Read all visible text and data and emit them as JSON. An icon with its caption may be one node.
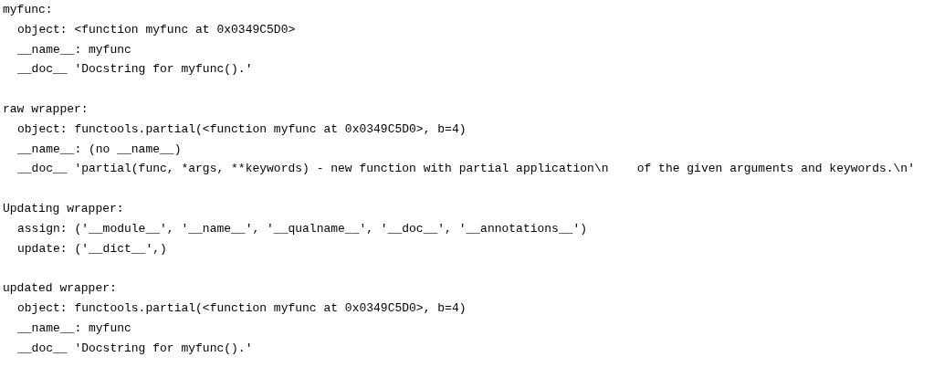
{
  "diagram": {
    "labels": [
      "myfunc:",
      "object: <function myfunc at 0x0349C5D0>",
      "__name__: myfunc",
      "__doc__ 'Docstring for myfunc().'",
      "raw wrapper:",
      "object: functools.partial(<function myfunc at 0x0349C5D0>, b=4)",
      "__name__: (no __name__)",
      "__doc__ 'partial(func, *args, **keywords) - new function with partial application\\n    of the given arguments and keywords.\\n'",
      "Updating wrapper:",
      "assign: ('__module__', '__name__', '__qualname__', '__doc__', '__annotations__')",
      "update: ('__dict__',)",
      "updated wrapper:",
      "object: functools.partial(<function myfunc at 0x0349C5D0>, b=4)",
      "__name__: myfunc",
      "__doc__ 'Docstring for myfunc().'"
    ]
  }
}
